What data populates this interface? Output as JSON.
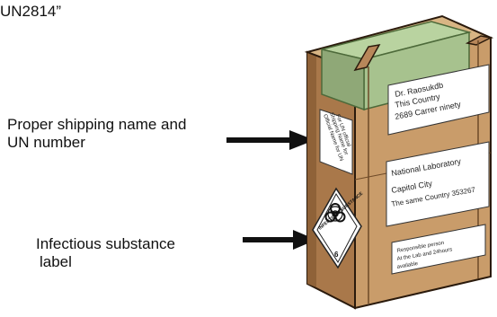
{
  "top_text": "UN2814”",
  "captions": {
    "shipping_name_line1": "Proper shipping name and",
    "shipping_name_line2": "UN number",
    "infectious_line1": "Infectious substance",
    "infectious_line2": "label"
  },
  "box_labels": {
    "recipient": [
      "Dr. Raosukdb",
      "This Country",
      "2689 Carrer ninety"
    ],
    "sender": [
      "National Laboratory",
      "Capitol City",
      "The same Country 353267"
    ],
    "responsible": [
      "Responsible person",
      "At the Lab and 24hours",
      "available"
    ],
    "shipping_name": [
      "Official Name for UN",
      "Shipping Name for",
      "For UN official"
    ],
    "hazard_text": "INFECTIOUS SUBSTANCE",
    "hazard_class": "6"
  },
  "colors": {
    "cardboard": "#c79a68",
    "cardboard_side": "#8f6238",
    "cardboard_top": "#d8b584",
    "tape": "#a9c491",
    "ink": "#1a1a1a"
  }
}
